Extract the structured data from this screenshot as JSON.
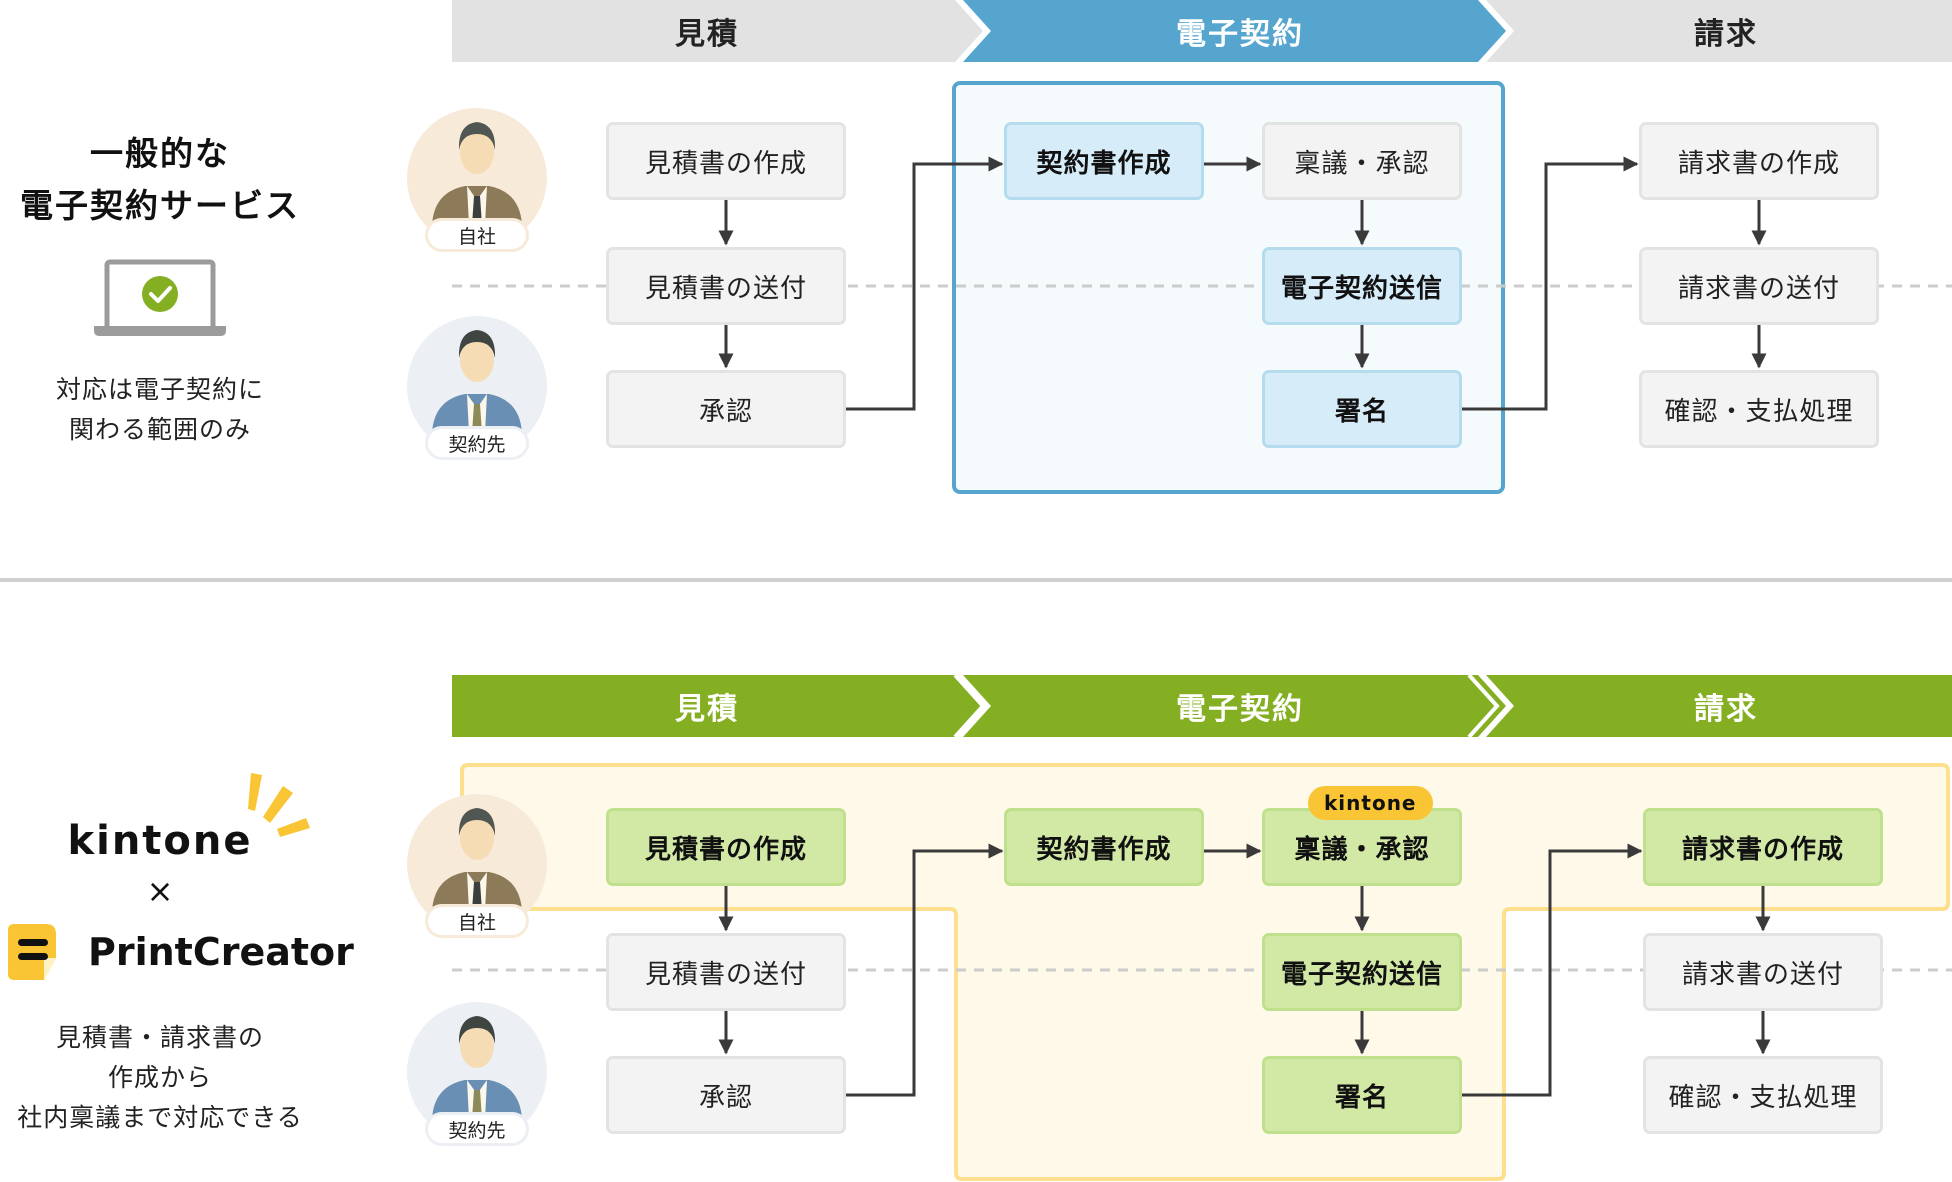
{
  "colors": {
    "gray_stage": "#e2e2e2",
    "blue_stage": "#56a5cf",
    "green_stage": "#84af22",
    "blue_region_border": "#56a5cf",
    "blue_region_fill": "#f5fafd",
    "yellow_region_border": "#fde08e",
    "yellow_region_fill": "#fef9e8",
    "arrow": "#3a3a3a",
    "dotted_line": "#cccccc",
    "divider": "#d0d0d0",
    "check_green": "#84af22",
    "brand_yellow": "#f9c535"
  },
  "top": {
    "title_line1": "一般的な",
    "title_line2": "電子契約サービス",
    "icon": "laptop-check-icon",
    "note_line1": "対応は電子契約に",
    "note_line2": "関わる範囲のみ",
    "stages": [
      "見積",
      "電子契約",
      "請求"
    ],
    "active_stage": "電子契約",
    "roles": [
      "自社",
      "契約先"
    ],
    "steps": {
      "estimate": [
        "見積書の作成",
        "見積書の送付",
        "承認"
      ],
      "contract_create": "契約書作成",
      "contract": [
        "稟議・承認",
        "電子契約送信",
        "署名"
      ],
      "invoice": [
        "請求書の作成",
        "請求書の送付",
        "確認・支払処理"
      ]
    }
  },
  "bottom": {
    "brand1": "kintone",
    "times": "×",
    "brand2": "PrintCreator",
    "note_line1": "見積書・請求書の",
    "note_line2": "作成から",
    "note_line3": "社内稟議まで対応できる",
    "stages": [
      "見積",
      "電子契約",
      "請求"
    ],
    "roles": [
      "自社",
      "契約先"
    ],
    "badge": "kintone",
    "steps": {
      "estimate": [
        "見積書の作成",
        "見積書の送付",
        "承認"
      ],
      "contract_create": "契約書作成",
      "contract": [
        "稟議・承認",
        "電子契約送信",
        "署名"
      ],
      "invoice": [
        "請求書の作成",
        "請求書の送付",
        "確認・支払処理"
      ]
    }
  }
}
